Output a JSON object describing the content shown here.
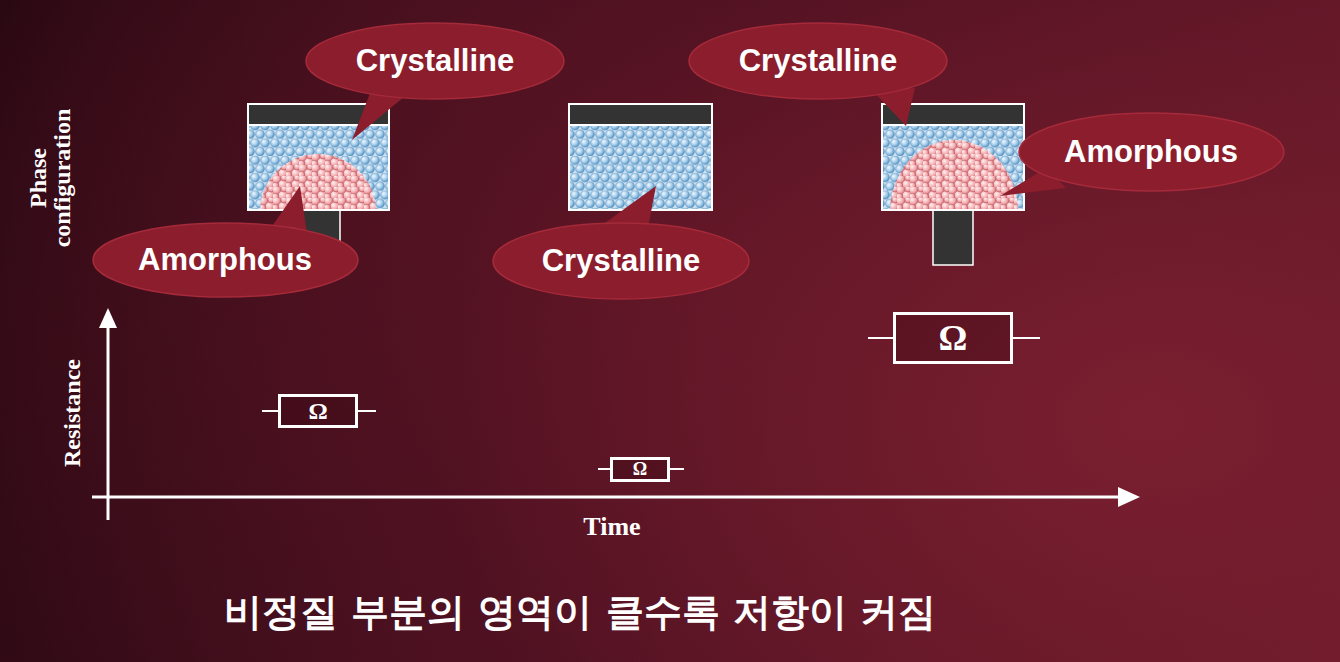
{
  "diagram": {
    "caption": "비정질 부분의 영역이 클수록 저항이 커짐",
    "nodes": [
      {
        "text": [
          "Crystalline"
        ]
      },
      {
        "text": [
          "Crystalline"
        ]
      },
      {
        "text": [
          "Amorphous"
        ]
      },
      {
        "text": [
          "Amorphous"
        ]
      },
      {
        "text": [
          "Crystalline"
        ]
      },
      {
        "text": [
          "Ω"
        ]
      },
      {
        "text": [
          "Ω"
        ]
      },
      {
        "text": [
          "Ω"
        ]
      }
    ],
    "labels": [
      "Phase configuration",
      "Resistance",
      "Time"
    ]
  }
}
